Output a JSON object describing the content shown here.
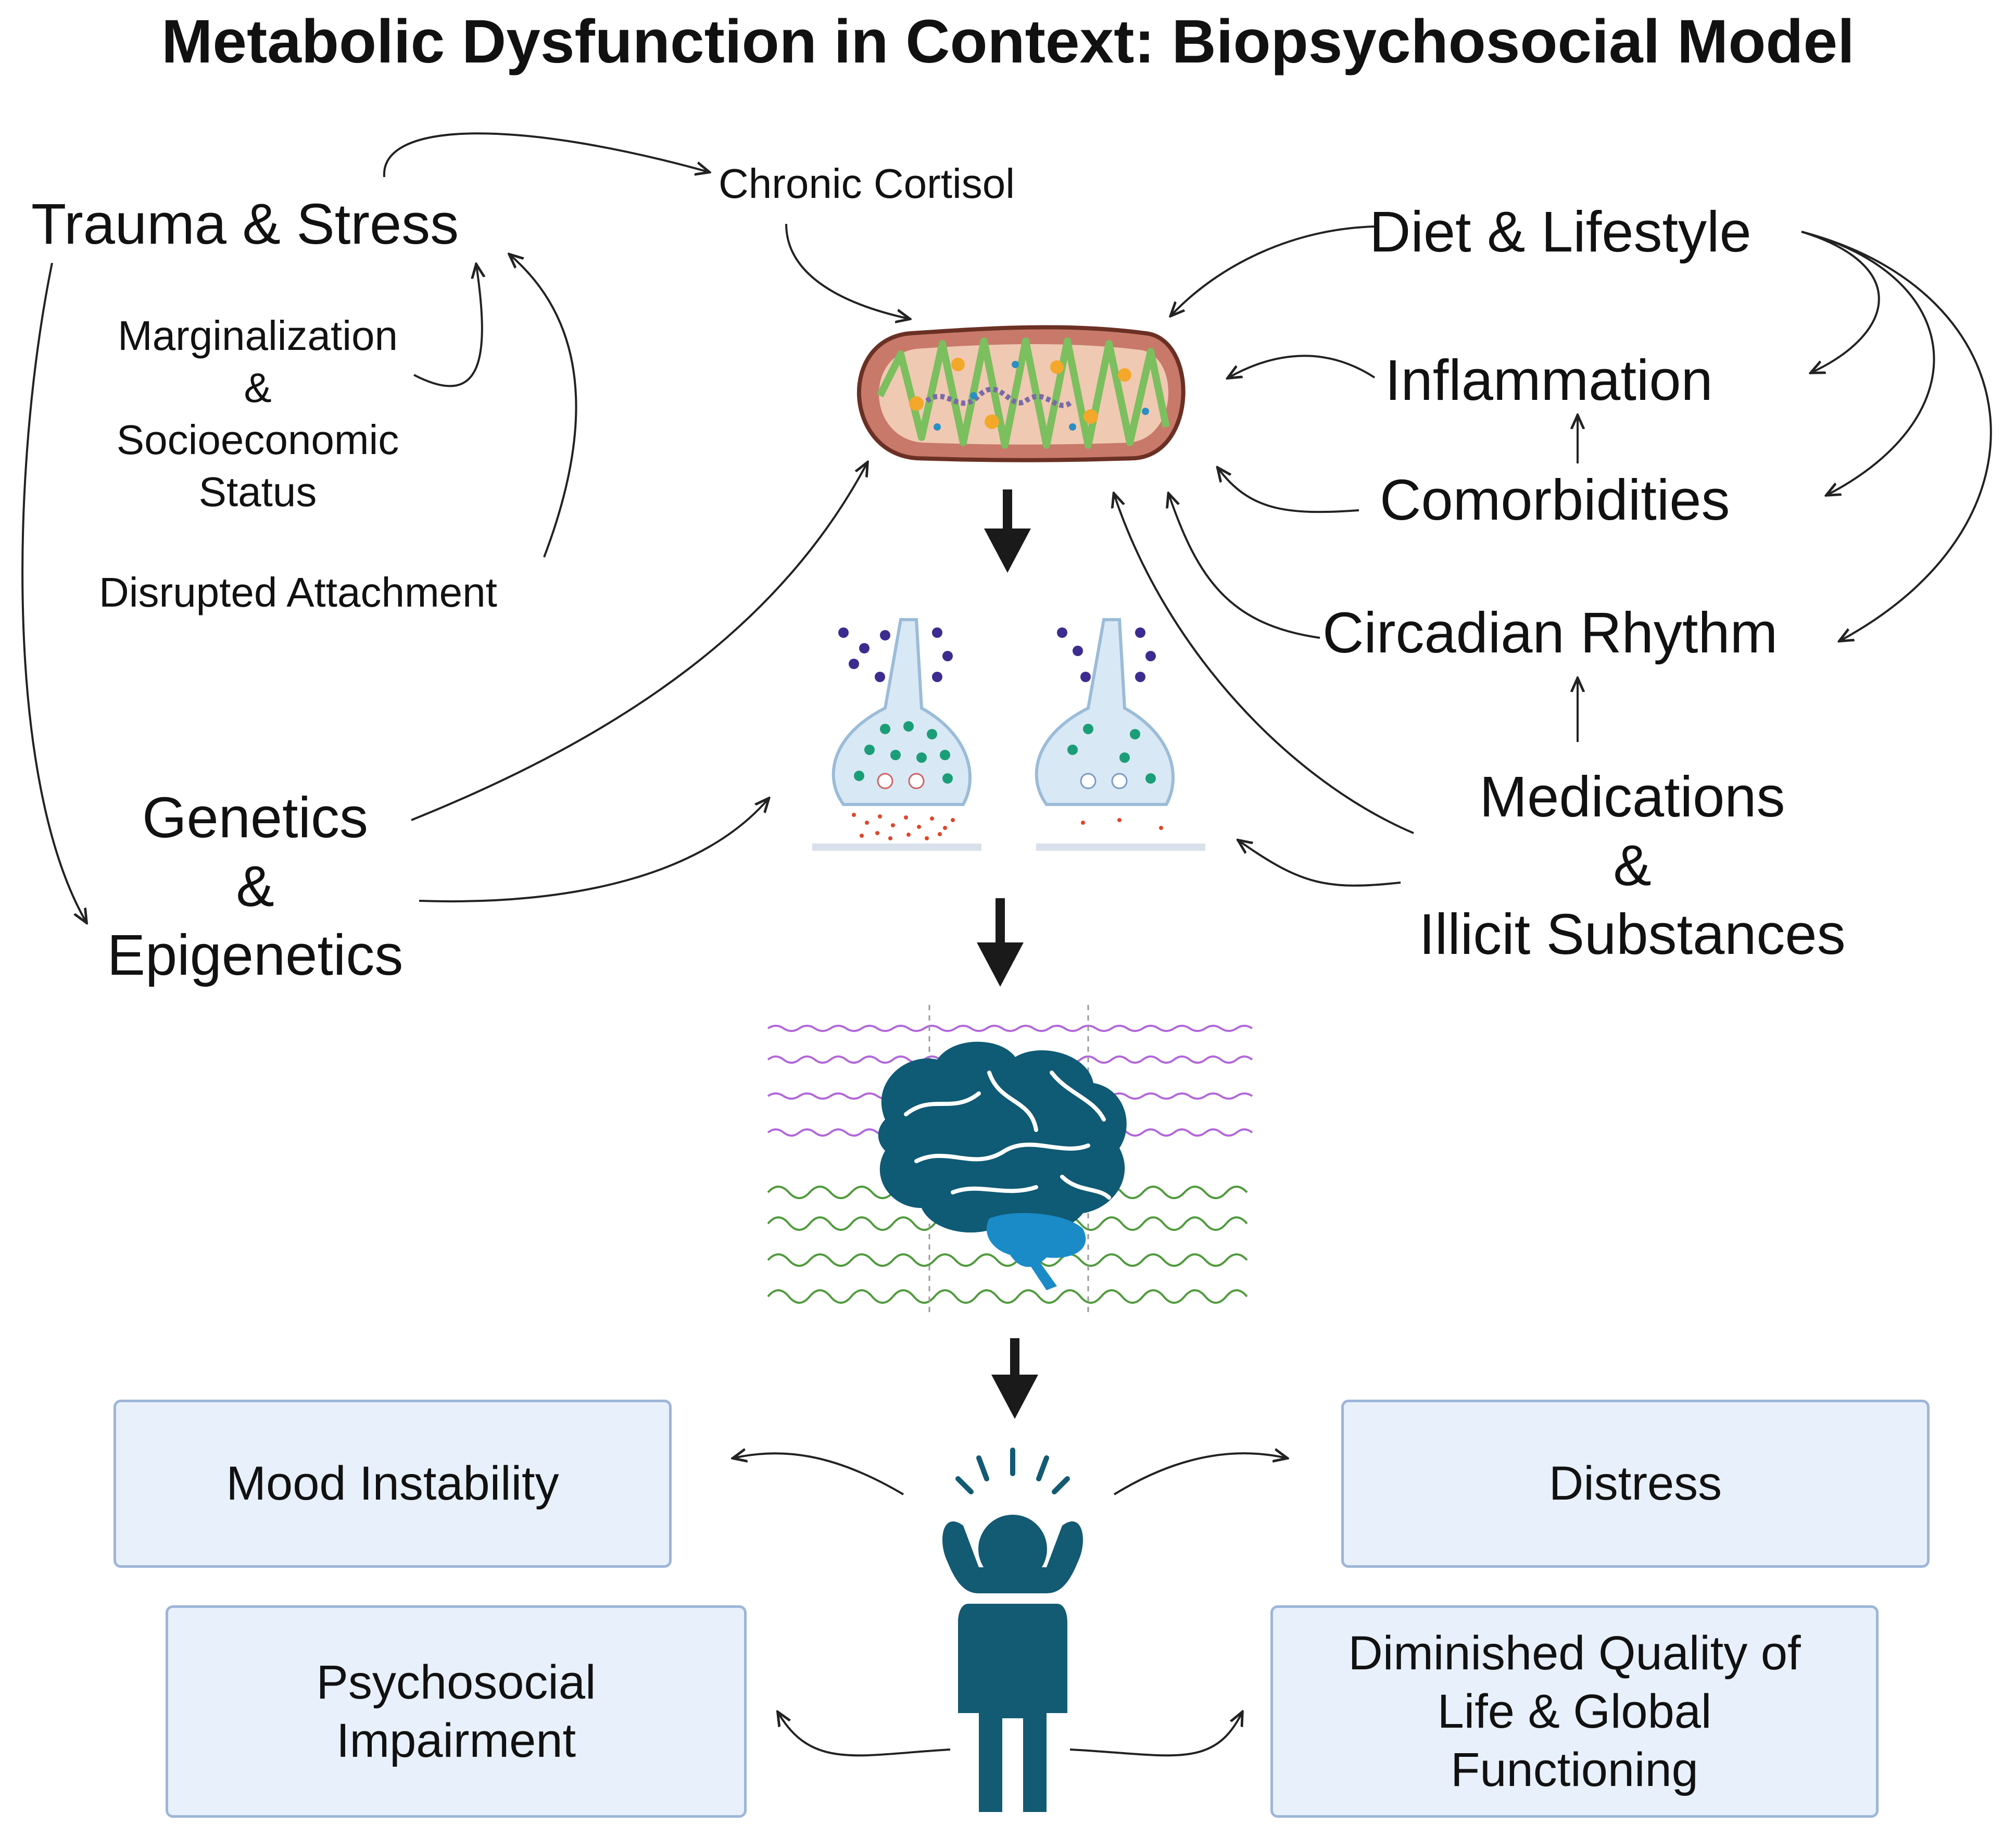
{
  "title": "Metabolic Dysfunction in Context: Biopsychosocial Model",
  "factors": {
    "trauma_stress": "Trauma & Stress",
    "chronic_cortisol": "Chronic Cortisol",
    "marginalization": [
      "Marginalization",
      "&",
      "Socioeconomic",
      "Status"
    ],
    "disrupted_attachment": "Disrupted Attachment",
    "genetics": [
      "Genetics",
      "&",
      "Epigenetics"
    ],
    "diet_lifestyle": "Diet & Lifestyle",
    "inflammation": "Inflammation",
    "comorbidities": "Comorbidities",
    "circadian_rhythm": "Circadian Rhythm",
    "medications": [
      "Medications",
      "&",
      "Illicit Substances"
    ]
  },
  "outcomes": {
    "mood_instability": "Mood Instability",
    "distress": "Distress",
    "psychosocial": [
      "Psychosocial",
      "Impairment"
    ],
    "quality_of_life": [
      "Diminished Quality of",
      "Life & Global",
      "Functioning"
    ]
  },
  "colors": {
    "mito_outer": "#c8796a",
    "mito_inner": "#f0c9b3",
    "cristae": "#7bbf5e",
    "synapse_fill": "#d9e8f5",
    "synapse_stroke": "#9bbcd8",
    "vesicle_purple": "#3d2c8f",
    "vesicle_green": "#1b9e77",
    "neurotransmitter_red": "#e0452b",
    "eeg_purple": "#b266d9",
    "eeg_green": "#4f9a3c",
    "brain_main": "#0f5a74",
    "brain_cerebellum": "#1a8bc7",
    "person": "#135a73",
    "box_fill": "#e8f0fb",
    "box_border": "#9db6d8"
  },
  "icons": [
    "mitochondrion-icon",
    "synapse-normal-icon",
    "synapse-depleted-icon",
    "eeg-waves-icon",
    "brain-icon",
    "distressed-person-icon"
  ]
}
